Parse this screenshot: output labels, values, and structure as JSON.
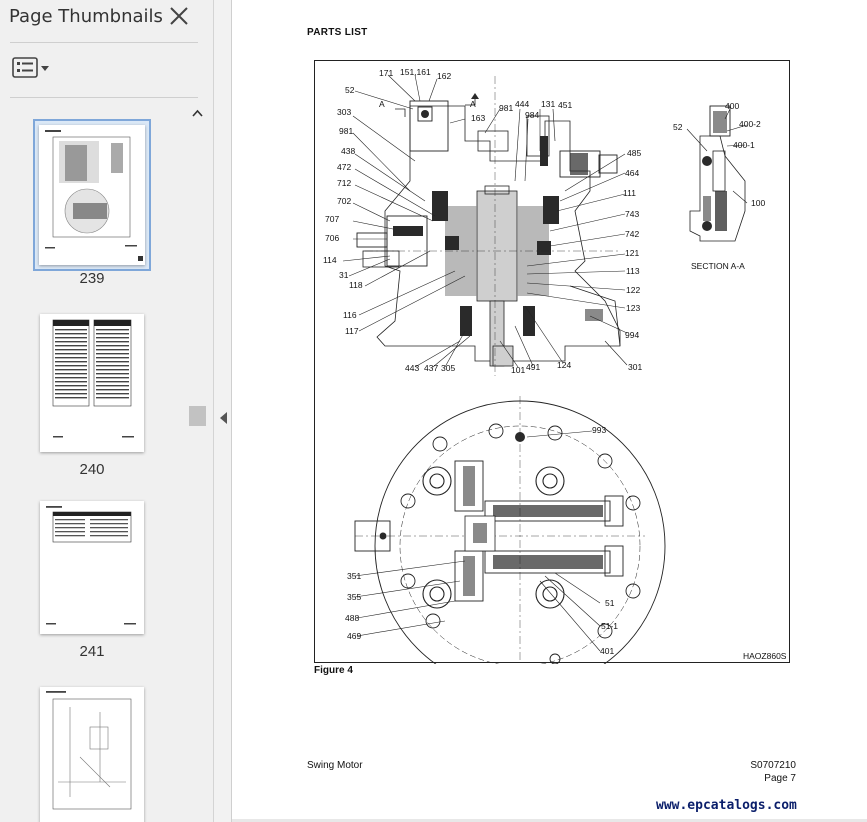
{
  "sidebar": {
    "title": "Page Thumbnails",
    "thumbnails": [
      {
        "page": "239",
        "selected": true
      },
      {
        "page": "240",
        "selected": false
      },
      {
        "page": "241",
        "selected": false
      },
      {
        "page": "",
        "selected": false
      }
    ]
  },
  "document": {
    "header": "PARTS LIST",
    "figure_label": "Figure 4",
    "figure_code": "HAOZ860S",
    "section_label": "SECTION A-A",
    "footer_title": "Swing Motor",
    "footer_doc": "S0707210",
    "footer_page": "Page 7",
    "watermark": "www.epcatalogs.com",
    "callouts": {
      "c171": "171",
      "c151": "151,161",
      "c162": "162",
      "c52": "52",
      "cA1": "A",
      "cA2": "A",
      "c163": "163",
      "c981a": "981",
      "c444": "444",
      "c131": "131",
      "c451": "451",
      "c984": "984",
      "c303": "303",
      "c981b": "981",
      "c438": "438",
      "c472": "472",
      "c712": "712",
      "c702": "702",
      "c707": "707",
      "c706": "706",
      "c114": "114",
      "c31": "31",
      "c118": "118",
      "c116": "116",
      "c117": "117",
      "c485": "485",
      "c464": "464",
      "c111": "111",
      "c743": "743",
      "c742": "742",
      "c121": "121",
      "c113": "113",
      "c122": "122",
      "c123": "123",
      "c994": "994",
      "c301": "301",
      "c124": "124",
      "c491": "491",
      "c101": "101",
      "c305": "305",
      "c437": "437",
      "c443": "443",
      "c400": "400",
      "c52b": "52",
      "c4002": "400-2",
      "c4001": "400-1",
      "c100": "100",
      "c993": "993",
      "c351": "351",
      "c355": "355",
      "c488": "488",
      "c469": "469",
      "c51": "51",
      "c511": "51-1",
      "c401": "401"
    }
  }
}
